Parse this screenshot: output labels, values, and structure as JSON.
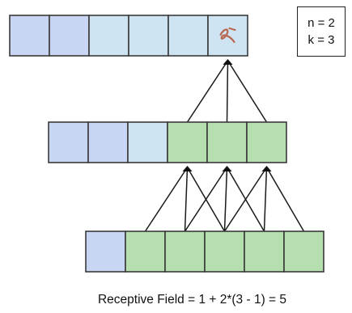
{
  "params": {
    "n_line": "n = 2",
    "k_line": "k = 3"
  },
  "caption": "Receptive Field = 1 + 2*(3 - 1) = 5",
  "colors": {
    "blue": "#c9d6f3",
    "light_blue": "#cfe4f2",
    "green": "#b5dfae",
    "edge": "#1a1a1a"
  },
  "layers": [
    {
      "name": "top-layer",
      "cells": [
        "blue",
        "blue",
        "light_blue",
        "light_blue",
        "light_blue",
        "light_blue"
      ],
      "output_cell": 5,
      "output_icon": "squiggle-icon"
    },
    {
      "name": "middle-layer",
      "cells": [
        "blue",
        "blue",
        "light_blue",
        "green",
        "green",
        "green"
      ]
    },
    {
      "name": "bottom-layer",
      "cells": [
        "blue",
        "green",
        "green",
        "green",
        "green",
        "green"
      ]
    }
  ]
}
